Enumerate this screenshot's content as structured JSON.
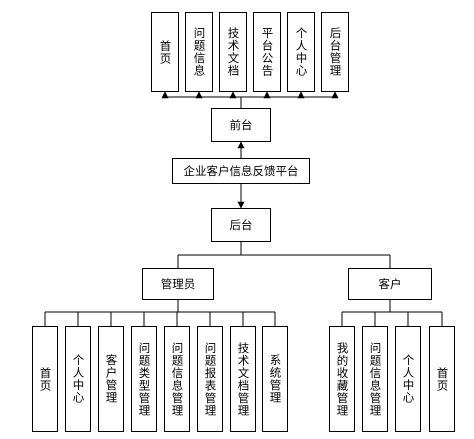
{
  "diagram": {
    "root": "企业客户信息反馈平台",
    "front": {
      "label": "前台",
      "children": [
        "首页",
        "问题信息",
        "技术文档",
        "平台公告",
        "个人中心",
        "后台管理"
      ]
    },
    "back": {
      "label": "后台",
      "admin": {
        "label": "管理员",
        "children": [
          "首页",
          "个人中心",
          "客户管理",
          "问题类型管理",
          "问题信息管理",
          "问题报表管理",
          "技术文档管理",
          "系统管理"
        ]
      },
      "customer": {
        "label": "客户",
        "children": [
          "我的收藏管理",
          "问题信息管理",
          "个人中心",
          "首页"
        ]
      }
    }
  }
}
